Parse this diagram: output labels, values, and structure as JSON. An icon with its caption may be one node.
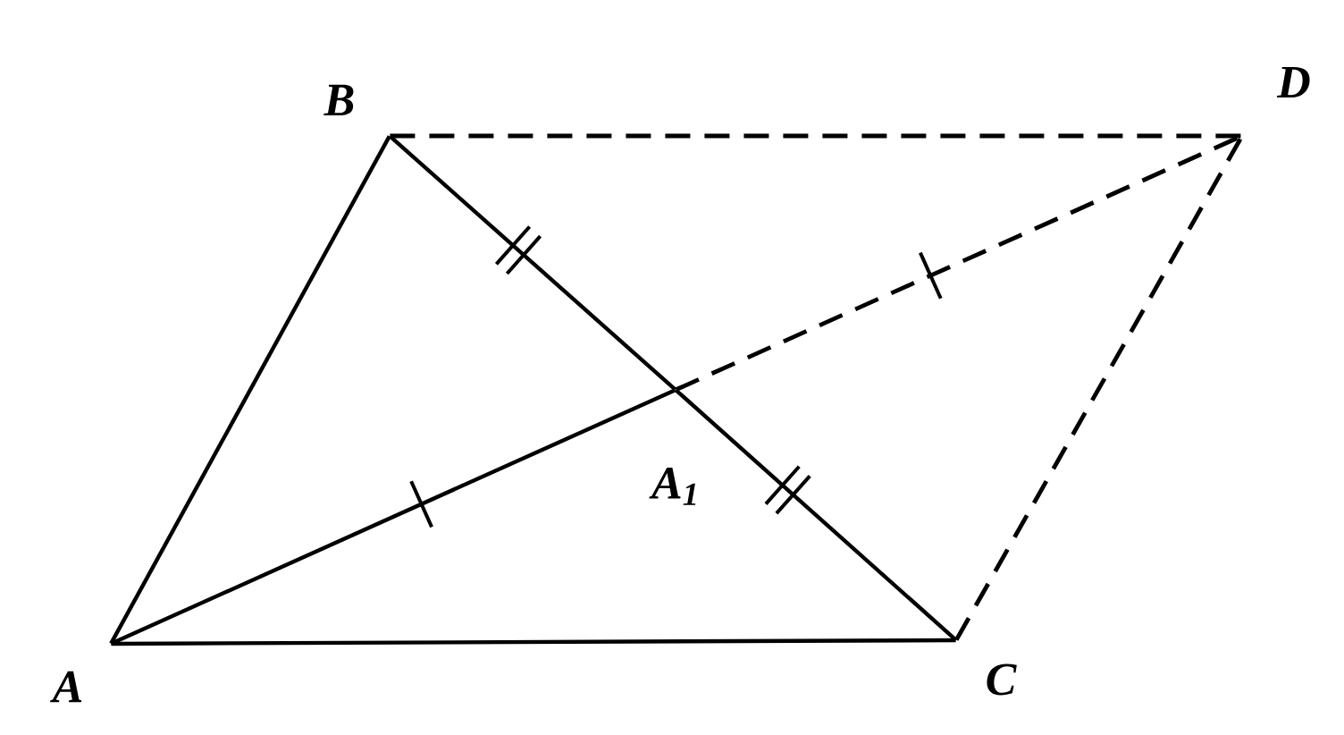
{
  "diagram": {
    "nodes": [
      {
        "text": [
          "A"
        ]
      },
      {
        "text": [
          "B"
        ]
      },
      {
        "text": [
          "C"
        ]
      },
      {
        "text": [
          "D"
        ]
      },
      {
        "text": [
          "A$_{1}$"
        ]
      }
    ],
    "edges": [
      {
        "from": 0,
        "to": 1,
        "arrow": "none"
      },
      {
        "from": 1,
        "to": 4,
        "arrow": "none"
      },
      {
        "from": 4,
        "to": 2,
        "arrow": "none"
      },
      {
        "from": 0,
        "to": 2,
        "arrow": "none"
      },
      {
        "from": 0,
        "to": 4,
        "arrow": "none"
      },
      {
        "from": 4,
        "to": 3,
        "arrow": "none",
        "style": "dashed"
      },
      {
        "from": 1,
        "to": 3,
        "arrow": "none",
        "style": "dashed"
      },
      {
        "from": 2,
        "to": 3,
        "arrow": "none",
        "style": "dashed"
      }
    ]
  }
}
